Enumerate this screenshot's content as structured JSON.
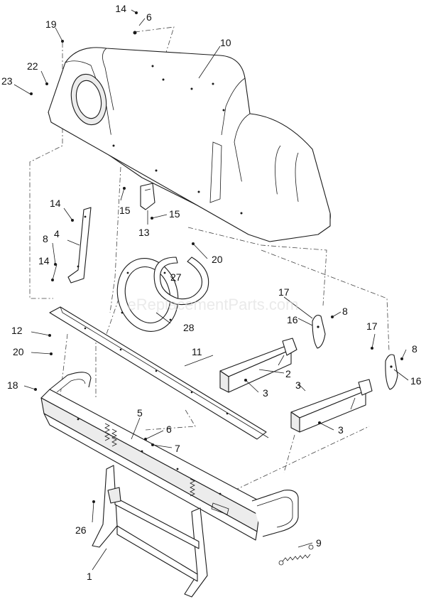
{
  "watermark": "eReplacementParts.com",
  "callouts": {
    "c1": "1",
    "c2": "2",
    "c2b": "3",
    "c3a": "3",
    "c3b": "3",
    "c4": "4",
    "c5": "5",
    "c6a": "6",
    "c6b": "6",
    "c7": "7",
    "c8a": "8",
    "c8b": "8",
    "c8c": "8",
    "c9": "9",
    "c10": "10",
    "c11": "11",
    "c12": "12",
    "c13": "13",
    "c14a": "14",
    "c14b": "14",
    "c14c": "14",
    "c15a": "15",
    "c15b": "15",
    "c16a": "16",
    "c16b": "16",
    "c17a": "17",
    "c17b": "17",
    "c18": "18",
    "c19": "19",
    "c20a": "20",
    "c20b": "20",
    "c22": "22",
    "c23": "23",
    "c26": "26",
    "c27": "27",
    "c28": "28"
  }
}
